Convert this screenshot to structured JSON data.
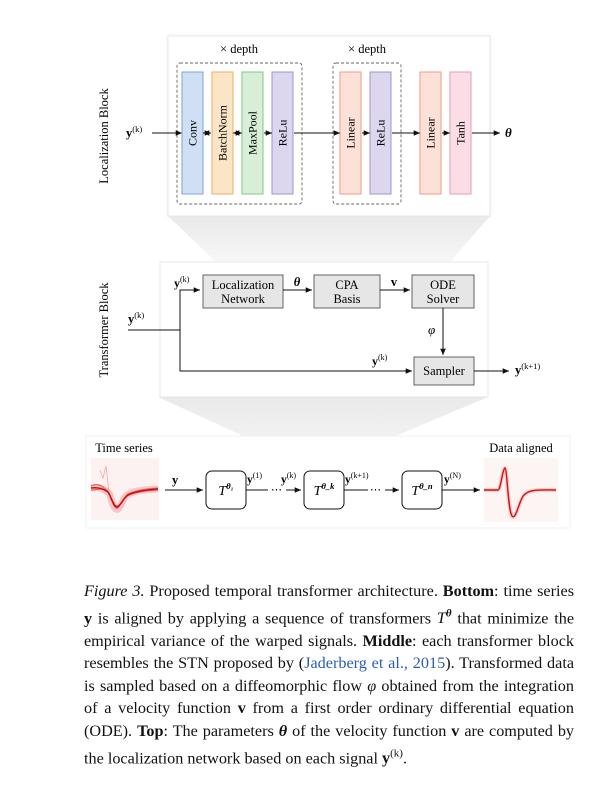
{
  "top": {
    "side_label": "Localization Block",
    "depth_label_1": "× depth",
    "depth_label_2": "× depth",
    "input": "y",
    "input_sup": "(k)",
    "output": "θ",
    "blocks": [
      {
        "label": "Conv",
        "fill": "#cfe0f5",
        "stroke": "#7ea6d8"
      },
      {
        "label": "BatchNorm",
        "fill": "#fce5c6",
        "stroke": "#e8b06a"
      },
      {
        "label": "MaxPool",
        "fill": "#d6efd6",
        "stroke": "#86c786"
      },
      {
        "label": "ReLu",
        "fill": "#dcd6ef",
        "stroke": "#9f94cf"
      },
      {
        "label": "Linear",
        "fill": "#fde0d8",
        "stroke": "#ee9b86"
      },
      {
        "label": "ReLu",
        "fill": "#dcd6ef",
        "stroke": "#9f94cf"
      },
      {
        "label": "Linear",
        "fill": "#fde0d8",
        "stroke": "#ee9b86"
      },
      {
        "label": "Tanh",
        "fill": "#fbdde6",
        "stroke": "#e89ab3"
      }
    ]
  },
  "middle": {
    "side_label": "Transformer Block",
    "input": "y",
    "input_sup": "(k)",
    "branch_label": "y",
    "branch_sup": "(k)",
    "lower_label": "y",
    "lower_sup": "(k)",
    "loc_line1": "Localization",
    "loc_line2": "Network",
    "theta": "θ",
    "cpa_line1": "CPA",
    "cpa_line2": "Basis",
    "v": "v",
    "ode_line1": "ODE",
    "ode_line2": "Solver",
    "phi": "φ",
    "sampler": "Sampler",
    "output": "y",
    "output_sup": "(k+1)",
    "box_fill": "#e6e6e6"
  },
  "bottom": {
    "left_title": "Time series",
    "right_title": "Data aligned",
    "input": "y",
    "t_base": "T",
    "t_subs": [
      "θ₁",
      "θ_k",
      "θ_n"
    ],
    "arrow_labels": [
      "y",
      "(1)",
      "y",
      "(k)",
      "y",
      "(k+1)",
      "y",
      "(N)"
    ],
    "signal_color": "#d41c1c"
  },
  "caption": {
    "fig_label": "Figure 3.",
    "intro": " Proposed temporal transformer architecture. ",
    "bottom_label": "Bottom",
    "bottom_text_1": ": time series ",
    "y_sym": "y",
    "bottom_text_2": " is aligned by applying a sequence of transformers ",
    "T_sym": "T",
    "theta_sym": "θ",
    "bottom_text_3": " that minimize the empirical variance of the warped signals. ",
    "middle_label": "Middle",
    "middle_text_1": ": each transformer block resembles the STN proposed by (",
    "citation": "Jaderberg et al., 2015",
    "middle_text_2": "). Transformed data is sampled based on a diffeomorphic flow ",
    "phi_sym": "φ",
    "middle_text_3": " obtained from the integration of a velocity function ",
    "v_sym": "v",
    "middle_text_4": " from a first order ordinary differential equation (ODE). ",
    "top_label": "Top",
    "top_text_1": ": The parameters ",
    "theta_sym2": "θ",
    "top_text_2": " of the velocity function ",
    "v_sym2": "v",
    "top_text_3": " are computed by the localization network based on each signal ",
    "y_sym2": "y",
    "sup_k": "(k)",
    "end": "."
  }
}
